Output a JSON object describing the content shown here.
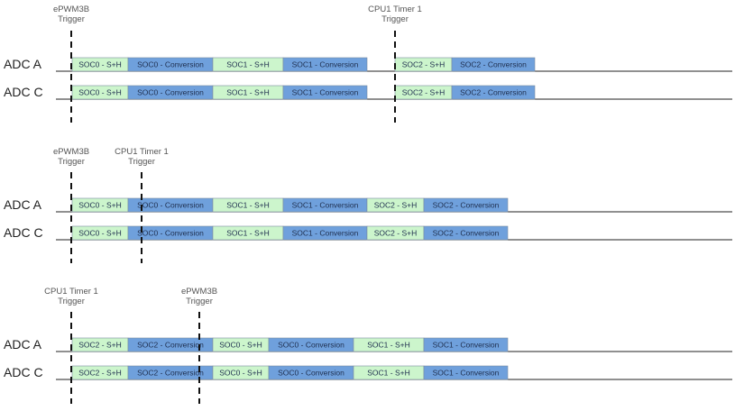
{
  "colors": {
    "sample_hold": "#ccf5cc",
    "conversion": "#6fa0dc",
    "segment_border": "#7a8aa0",
    "baseline": "#222222",
    "trigger_line": "#111111"
  },
  "panels": [
    {
      "triggers": [
        {
          "label_lines": [
            "ePWM3B",
            "Trigger"
          ]
        },
        {
          "label_lines": [
            "CPU1 Timer 1",
            "Trigger"
          ]
        }
      ],
      "rows": [
        {
          "label": "ADC A",
          "segments": [
            {
              "label": "SOC0 - S+H",
              "kind": "sample_hold"
            },
            {
              "label": "SOC0 - Conversion",
              "kind": "conversion"
            },
            {
              "label": "SOC1 - S+H",
              "kind": "sample_hold"
            },
            {
              "label": "SOC1 - Conversion",
              "kind": "conversion"
            },
            {
              "label": "SOC2 - S+H",
              "kind": "sample_hold"
            },
            {
              "label": "SOC2 - Conversion",
              "kind": "conversion"
            }
          ]
        },
        {
          "label": "ADC C",
          "segments": [
            {
              "label": "SOC0 - S+H",
              "kind": "sample_hold"
            },
            {
              "label": "SOC0 - Conversion",
              "kind": "conversion"
            },
            {
              "label": "SOC1 - S+H",
              "kind": "sample_hold"
            },
            {
              "label": "SOC1 - Conversion",
              "kind": "conversion"
            },
            {
              "label": "SOC2 - S+H",
              "kind": "sample_hold"
            },
            {
              "label": "SOC2 - Conversion",
              "kind": "conversion"
            }
          ]
        }
      ]
    },
    {
      "triggers": [
        {
          "label_lines": [
            "ePWM3B",
            "Trigger"
          ]
        },
        {
          "label_lines": [
            "CPU1 Timer 1",
            "Trigger"
          ]
        }
      ],
      "rows": [
        {
          "label": "ADC A",
          "segments": [
            {
              "label": "SOC0 - S+H",
              "kind": "sample_hold"
            },
            {
              "label": "SOC0 - Conversion",
              "kind": "conversion"
            },
            {
              "label": "SOC1 - S+H",
              "kind": "sample_hold"
            },
            {
              "label": "SOC1 - Conversion",
              "kind": "conversion"
            },
            {
              "label": "SOC2 - S+H",
              "kind": "sample_hold"
            },
            {
              "label": "SOC2 - Conversion",
              "kind": "conversion"
            }
          ]
        },
        {
          "label": "ADC C",
          "segments": [
            {
              "label": "SOC0 - S+H",
              "kind": "sample_hold"
            },
            {
              "label": "SOC0 - Conversion",
              "kind": "conversion"
            },
            {
              "label": "SOC1 - S+H",
              "kind": "sample_hold"
            },
            {
              "label": "SOC1 - Conversion",
              "kind": "conversion"
            },
            {
              "label": "SOC2 - S+H",
              "kind": "sample_hold"
            },
            {
              "label": "SOC2 - Conversion",
              "kind": "conversion"
            }
          ]
        }
      ]
    },
    {
      "triggers": [
        {
          "label_lines": [
            "CPU1 Timer 1",
            "Trigger"
          ]
        },
        {
          "label_lines": [
            "ePWM3B",
            "Trigger"
          ]
        }
      ],
      "rows": [
        {
          "label": "ADC A",
          "segments": [
            {
              "label": "SOC2 - S+H",
              "kind": "sample_hold"
            },
            {
              "label": "SOC2 - Conversion",
              "kind": "conversion"
            },
            {
              "label": "SOC0 - S+H",
              "kind": "sample_hold"
            },
            {
              "label": "SOC0 - Conversion",
              "kind": "conversion"
            },
            {
              "label": "SOC1 - S+H",
              "kind": "sample_hold"
            },
            {
              "label": "SOC1 - Conversion",
              "kind": "conversion"
            }
          ]
        },
        {
          "label": "ADC C",
          "segments": [
            {
              "label": "SOC2 - S+H",
              "kind": "sample_hold"
            },
            {
              "label": "SOC2 - Conversion",
              "kind": "conversion"
            },
            {
              "label": "SOC0 - S+H",
              "kind": "sample_hold"
            },
            {
              "label": "SOC0 - Conversion",
              "kind": "conversion"
            },
            {
              "label": "SOC1 - S+H",
              "kind": "sample_hold"
            },
            {
              "label": "SOC1 - Conversion",
              "kind": "conversion"
            }
          ]
        }
      ]
    }
  ]
}
